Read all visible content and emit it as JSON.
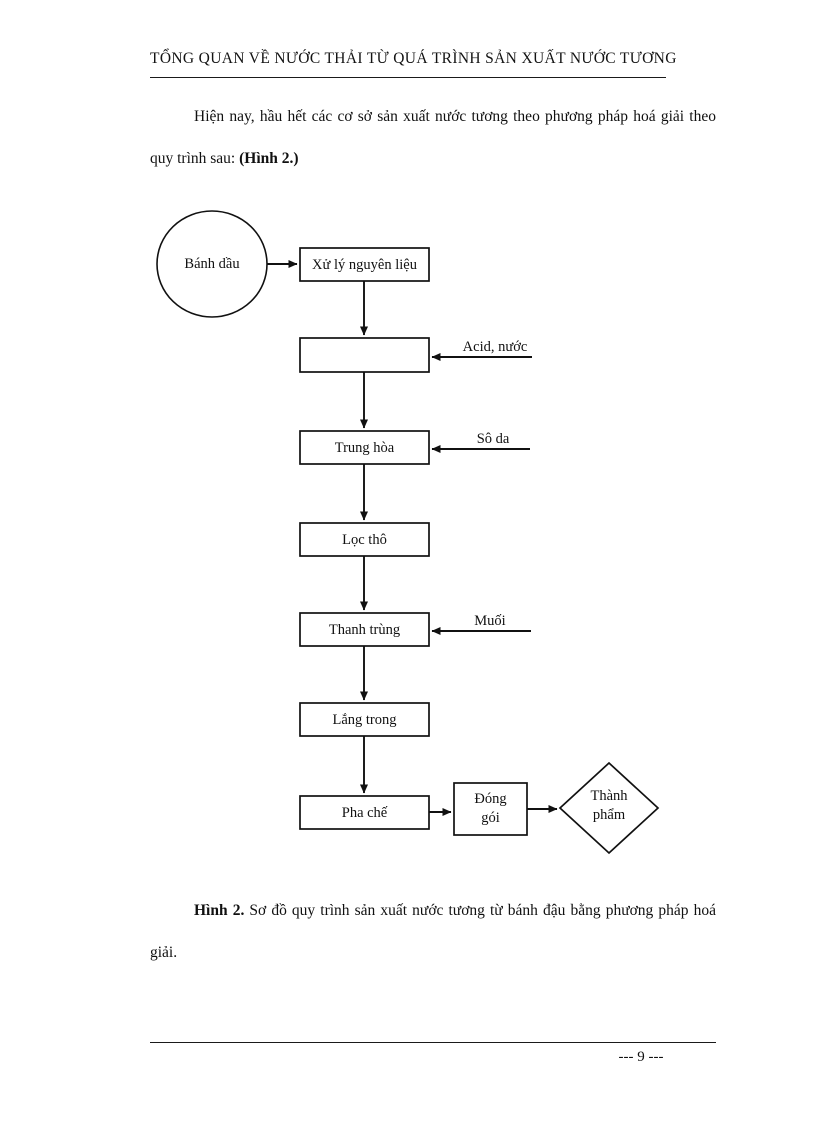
{
  "page": {
    "running_header": "TỔNG QUAN VỀ NƯỚC THẢI TỪ QUÁ TRÌNH SẢN XUẤT NƯỚC TƯƠNG",
    "footer_page_marker": "--- 9 ---"
  },
  "body": {
    "intro_paragraph": "Hiện nay, hầu hết các cơ sở sản xuất nước tương theo phương pháp hoá giải theo quy trình sau: ",
    "intro_bold_reference": "(Hình 2.)",
    "caption_bold": "Hình 2.",
    "caption_text": " Sơ đồ quy trình sản xuất nước tương từ bánh đậu bằng phương pháp hoá giải."
  },
  "figure": {
    "nodes": [
      {
        "id": "banh-dau",
        "shape": "circle",
        "label": "Bánh dầu"
      },
      {
        "id": "xu-ly-nguyen-lieu",
        "shape": "rect",
        "label": "Xử lý nguyên liệu"
      },
      {
        "id": "thuy-phan",
        "shape": "rect",
        "label": ""
      },
      {
        "id": "trung-hoa",
        "shape": "rect",
        "label": "Trung hòa"
      },
      {
        "id": "loc-tho",
        "shape": "rect",
        "label": "Lọc thô"
      },
      {
        "id": "thanh-trung",
        "shape": "rect",
        "label": "Thanh trùng"
      },
      {
        "id": "lang-trong",
        "shape": "rect",
        "label": "Lắng trong"
      },
      {
        "id": "pha-che",
        "shape": "rect",
        "label": "Pha chế"
      },
      {
        "id": "dong-goi",
        "shape": "rect",
        "label_line1": "Đóng",
        "label_line2": "gói"
      },
      {
        "id": "thanh-pham",
        "shape": "diamond",
        "label_line1": "Thành",
        "label_line2": "phẩm"
      }
    ],
    "input_labels": [
      {
        "id": "acid-nuoc",
        "label": "Acid, nước",
        "target": "thuy-phan"
      },
      {
        "id": "so-da",
        "label": "Sô da",
        "target": "trung-hoa"
      },
      {
        "id": "muoi",
        "label": "Muối",
        "target": "thanh-trung"
      }
    ],
    "colors": {
      "stroke": "#111111",
      "fill": "#ffffff",
      "text": "#111111"
    }
  }
}
